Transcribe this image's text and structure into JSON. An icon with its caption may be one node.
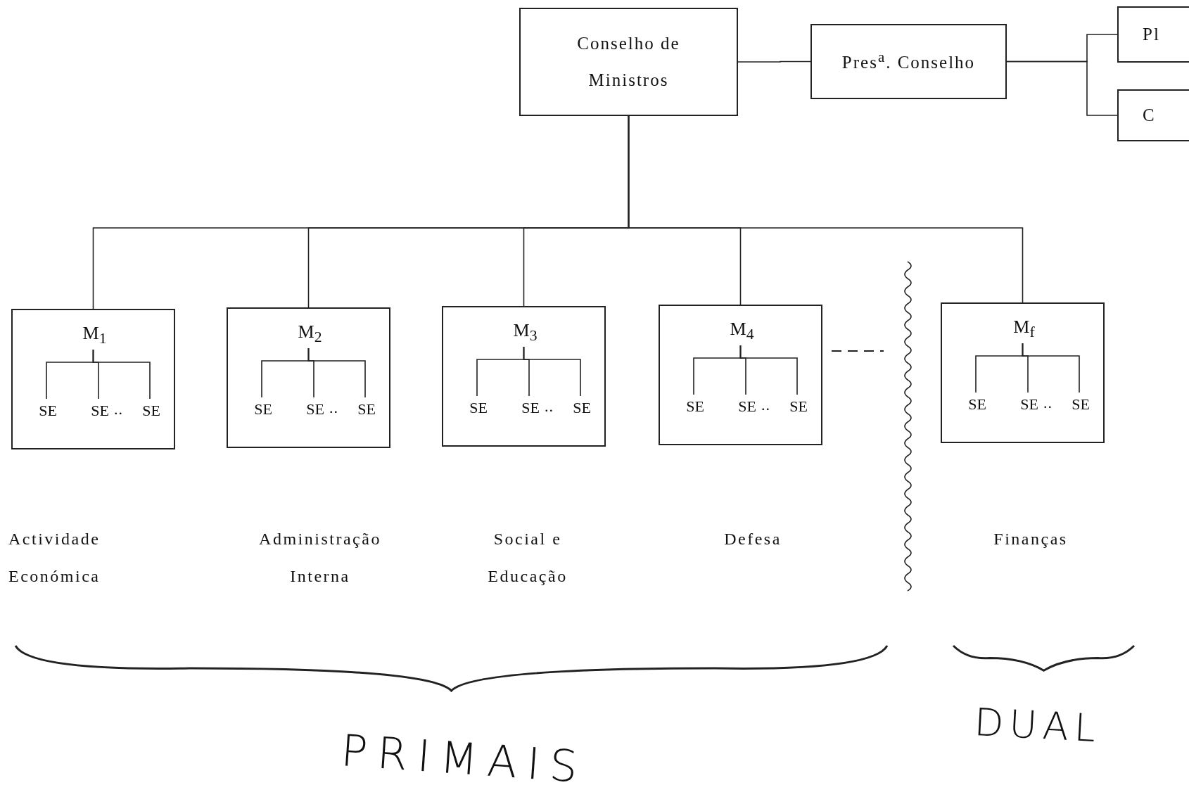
{
  "diagram": {
    "nodes": [
      {
        "text": [
          "Conselho de Ministros"
        ]
      },
      {
        "text": [
          "Pres$^{a}$. Conselho"
        ]
      },
      {
        "text": [
          "Pl"
        ]
      },
      {
        "text": [
          "C"
        ]
      },
      {
        "text": [],
        "shape": "box"
      },
      {
        "text": [
          "M$_{1}$"
        ],
        "in": 4
      },
      {
        "text": [
          "SE"
        ],
        "in": 4
      },
      {
        "text": [
          "SE"
        ],
        "in": 4
      },
      {
        "text": [
          "SE"
        ],
        "in": 4
      },
      {
        "text": [],
        "shape": "box"
      },
      {
        "text": [
          "M$_{2}$"
        ],
        "in": 9
      },
      {
        "text": [
          "SE"
        ],
        "in": 9
      },
      {
        "text": [
          "SE"
        ],
        "in": 9
      },
      {
        "text": [
          "SE"
        ],
        "in": 9
      },
      {
        "text": [],
        "shape": "box"
      },
      {
        "text": [
          "M$_{3}$"
        ],
        "in": 14
      },
      {
        "text": [
          "SE"
        ],
        "in": 14
      },
      {
        "text": [
          "SE"
        ],
        "in": 14
      },
      {
        "text": [
          "SE"
        ],
        "in": 14
      },
      {
        "text": [],
        "shape": "box"
      },
      {
        "text": [
          "M$_{4}$"
        ],
        "in": 19
      },
      {
        "text": [
          "SE"
        ],
        "in": 19
      },
      {
        "text": [
          "SE"
        ],
        "in": 19
      },
      {
        "text": [
          "SE"
        ],
        "in": 19
      },
      {
        "text": [],
        "shape": "box"
      },
      {
        "text": [
          "M$_{f}$"
        ],
        "in": 24
      },
      {
        "text": [
          "SE"
        ],
        "in": 24
      },
      {
        "text": [
          "SE"
        ],
        "in": 24
      },
      {
        "text": [
          "SE"
        ],
        "in": 24
      }
    ],
    "edges": [
      {
        "from": 0,
        "to": 1,
        "arrow": "none"
      },
      {
        "from": 1,
        "to": 2,
        "arrow": "none"
      },
      {
        "from": 1,
        "to": 3,
        "arrow": "none"
      },
      {
        "from": 0,
        "to": 4,
        "arrow": "none"
      },
      {
        "from": 0,
        "to": 9,
        "arrow": "none"
      },
      {
        "from": 0,
        "to": 14,
        "arrow": "none"
      },
      {
        "from": 0,
        "to": 19,
        "arrow": "none"
      },
      {
        "from": 0,
        "to": 24,
        "arrow": "none"
      },
      {
        "from": 5,
        "to": 6,
        "arrow": "none"
      },
      {
        "from": 5,
        "to": 7,
        "arrow": "none"
      },
      {
        "from": 5,
        "to": 8,
        "arrow": "none"
      },
      {
        "from": 10,
        "to": 11,
        "arrow": "none"
      },
      {
        "from": 10,
        "to": 12,
        "arrow": "none"
      },
      {
        "from": 10,
        "to": 13,
        "arrow": "none"
      },
      {
        "from": 15,
        "to": 16,
        "arrow": "none"
      },
      {
        "from": 15,
        "to": 17,
        "arrow": "none"
      },
      {
        "from": 15,
        "to": 18,
        "arrow": "none"
      },
      {
        "from": 20,
        "to": 21,
        "arrow": "none"
      },
      {
        "from": 20,
        "to": 22,
        "arrow": "none"
      },
      {
        "from": 20,
        "to": 23,
        "arrow": "none"
      },
      {
        "from": 25,
        "to": 26,
        "arrow": "none"
      },
      {
        "from": 25,
        "to": 27,
        "arrow": "none"
      },
      {
        "from": 25,
        "to": 28,
        "arrow": "none"
      }
    ],
    "labels": [
      "..",
      "..",
      "..",
      "..",
      "..",
      "Actividade Económica",
      "Administração Interna",
      "Social e Educação",
      "Defesa",
      "Finanças",
      "PRIMAIS",
      "DUAL"
    ]
  }
}
